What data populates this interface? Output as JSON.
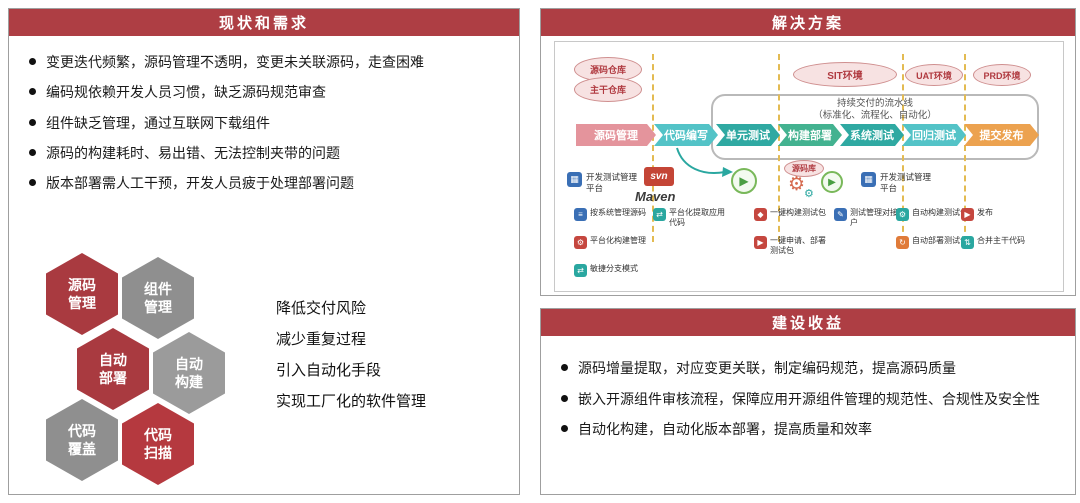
{
  "colors": {
    "panel_header": "#ae3e44",
    "panel_border": "#9f9f9f",
    "env_fill": "#f7e2e2",
    "env_border": "#cf8f8f",
    "env_text": "#b03a40",
    "divider_dash": "#e3bb52",
    "svn_red": "#c44536",
    "play_green": "#4a9e43",
    "chip_blue": "#3a6fb5",
    "chip_teal": "#2aa7a0",
    "chip_red": "#c5473f",
    "chip_orange": "#e07b39"
  },
  "icons": {
    "platform_glyph": "▦",
    "play_glyph": "▶",
    "gear_glyph": "⚙"
  },
  "left_panel": {
    "title": "现状和需求",
    "bullets": [
      "变更迭代频繁，源码管理不透明，变更未关联源码，走查困难",
      "编码规依赖开发人员习惯，缺乏源码规范审查",
      "组件缺乏管理，通过互联网下载组件",
      "源码的构建耗时、易出错、无法控制夹带的问题",
      "版本部署需人工干预，开发人员疲于处理部署问题"
    ],
    "hexagons": [
      {
        "label": "源码管理",
        "color": "#a93a40"
      },
      {
        "label": "组件管理",
        "color": "#8f8f8f"
      },
      {
        "label": "自动部署",
        "color": "#a93a40"
      },
      {
        "label": "自动构建",
        "color": "#9b9b9b"
      },
      {
        "label": "代码覆盖",
        "color": "#8f8f8f"
      },
      {
        "label": "代码扫描",
        "color": "#b5393f"
      }
    ],
    "goals": [
      "降低交付风险",
      "减少重复过程",
      "引入自动化手段",
      "实现工厂化的软件管理"
    ]
  },
  "solution_panel": {
    "title": "解决方案",
    "repos": [
      {
        "label": "源码仓库"
      },
      {
        "label": "主干仓库"
      }
    ],
    "environments": [
      {
        "label": "SIT环境"
      },
      {
        "label": "UAT环境"
      },
      {
        "label": "PRD环境"
      }
    ],
    "pipeline_title": "持续交付的流水线",
    "pipeline_subtitle": "（标准化、流程化、自动化）",
    "stages": [
      {
        "label": "源码管理",
        "color": "#e4949c"
      },
      {
        "label": "代码编写",
        "color": "#53c3c7"
      },
      {
        "label": "单元测试",
        "color": "#2fa9a2"
      },
      {
        "label": "构建部署",
        "color": "#43b290"
      },
      {
        "label": "系统测试",
        "color": "#2fa9a2"
      },
      {
        "label": "回归测试",
        "color": "#53c3c7"
      },
      {
        "label": "提交发布",
        "color": "#eca24f"
      }
    ],
    "platform_left": "开发测试管理平台",
    "platform_right": "开发测试管理平台",
    "svn": "svn",
    "maven": "Maven",
    "source_repo_small": "源码库",
    "capabilities": [
      {
        "label": "按系统管理源码",
        "glyph": "≡",
        "color": "#3a6fb5"
      },
      {
        "label": "平台化提取应用代码",
        "glyph": "⇄",
        "color": "#2aa7a0"
      },
      {
        "label": "一键构建测试包",
        "glyph": "◆",
        "color": "#c5473f"
      },
      {
        "label": "测试管理对接客户",
        "glyph": "✎",
        "color": "#3a6fb5"
      },
      {
        "label": "自动构建测试包",
        "glyph": "⚙",
        "color": "#2aa7a0"
      },
      {
        "label": "发布",
        "glyph": "▶",
        "color": "#c5473f"
      },
      {
        "label": "平台化构建管理",
        "glyph": "⚙",
        "color": "#c5473f"
      },
      {
        "label": "一键申请、部署测试包",
        "glyph": "▶",
        "color": "#c5473f"
      },
      {
        "label": "自动部署测试包",
        "glyph": "↻",
        "color": "#e07b39"
      },
      {
        "label": "合并主干代码",
        "glyph": "⇅",
        "color": "#2aa7a0"
      },
      {
        "label": "敏捷分支模式",
        "glyph": "⇄",
        "color": "#2aa7a0"
      }
    ]
  },
  "benefits_panel": {
    "title": "建设收益",
    "bullets": [
      "源码增量提取，对应变更关联，制定编码规范，提高源码质量",
      "嵌入开源组件审核流程，保障应用开源组件管理的规范性、合规性及安全性",
      "自动化构建，自动化版本部署，提高质量和效率"
    ]
  }
}
